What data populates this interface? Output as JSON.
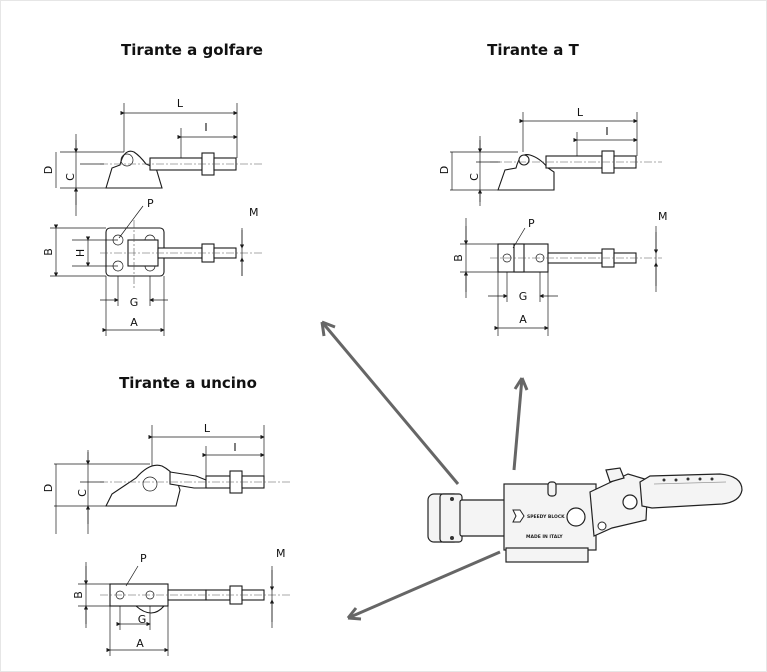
{
  "titles": {
    "golfare": "Tirante a golfare",
    "t": "Tirante a T",
    "uncino": "Tirante a uncino"
  },
  "labels": {
    "L": "L",
    "I": "I",
    "D": "D",
    "C": "C",
    "P": "P",
    "M": "M",
    "B": "B",
    "H": "H",
    "G": "G",
    "A": "A"
  },
  "photo": {
    "brand": "SPEEDY BLOCK",
    "made_in": "MADE IN ITALY"
  },
  "colors": {
    "arrow": "#666666",
    "line": "#1a1a1a"
  }
}
